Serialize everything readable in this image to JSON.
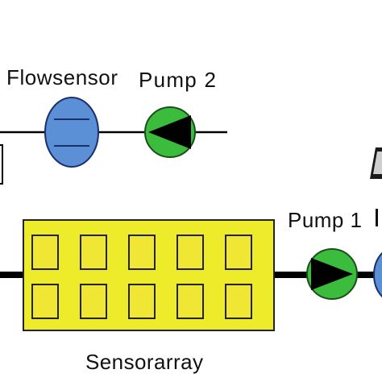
{
  "labels": {
    "flowsensor": "Flowsensor",
    "pump2": "Pump 2",
    "pump1": "Pump 1",
    "sensorarray": "Sensorarray"
  },
  "colors": {
    "background": "#ffffff",
    "flowsensor_fill": "#5b8fd6",
    "pump_fill": "#3cbc3c",
    "sensorarray_fill": "#eeec2a",
    "sensor_cell_fill": "#f0e634",
    "line": "#000000"
  },
  "sensorarray": {
    "rows": 2,
    "columns": 5
  }
}
